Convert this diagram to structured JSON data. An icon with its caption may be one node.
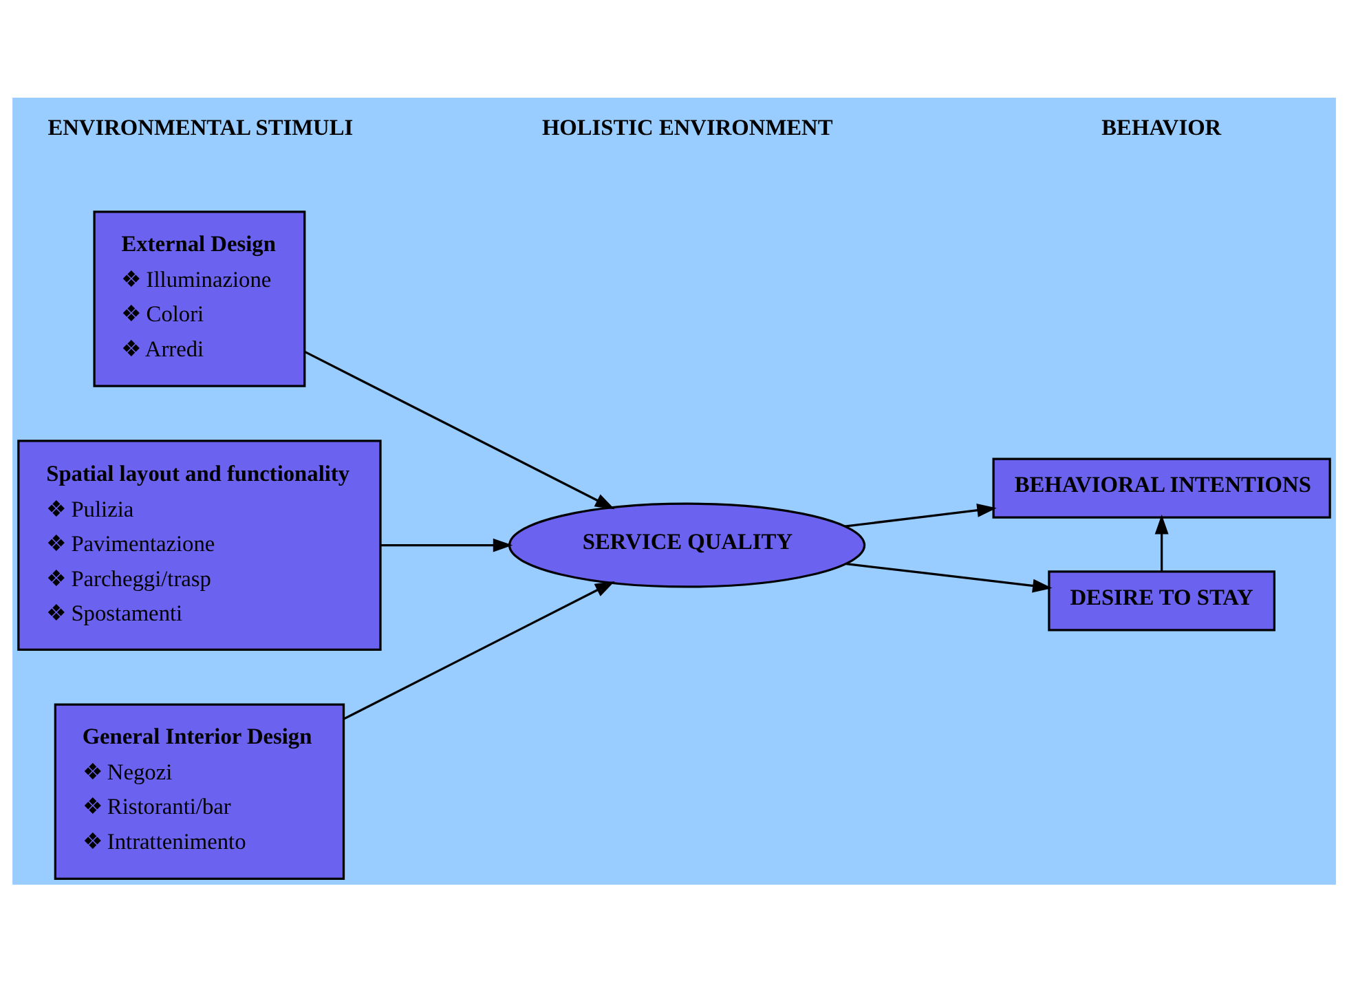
{
  "diagram": {
    "nodes": [
      {
        "text": [
          "External Design",
          "❖ Illuminazione",
          "❖ Colori",
          "❖ Arredi"
        ]
      },
      {
        "text": [
          "Spatial layout and functionality",
          "❖ Pulizia",
          "❖ Pavimentazione",
          "❖ Parcheggi/trasp",
          "❖ Spostamenti"
        ]
      },
      {
        "text": [
          "General Interior Design",
          "❖ Negozi",
          "❖ Ristoranti/bar",
          "❖ Intrattenimento"
        ]
      },
      {
        "text": [
          "SERVICE QUALITY"
        ]
      },
      {
        "text": [
          "BEHAVIORAL INTENTIONS"
        ]
      },
      {
        "text": [
          "DESIRE TO STAY"
        ]
      }
    ],
    "edges": [
      {
        "from": 0,
        "to": 3,
        "arrow": "to"
      },
      {
        "from": 1,
        "to": 3,
        "arrow": "to"
      },
      {
        "from": 2,
        "to": 3,
        "arrow": "to"
      },
      {
        "from": 3,
        "to": 4,
        "arrow": "to"
      },
      {
        "from": 3,
        "to": 5,
        "arrow": "to"
      },
      {
        "from": 5,
        "to": 4,
        "arrow": "to"
      }
    ],
    "labels": [
      "ENVIRONMENTAL STIMULI",
      "HOLISTIC ENVIRONMENT",
      "BEHAVIOR"
    ]
  }
}
